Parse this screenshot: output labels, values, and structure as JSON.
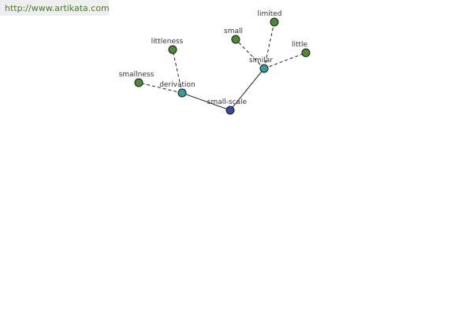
{
  "banner": {
    "url_text": "http://www.artikata.com",
    "text_color": "#4a7a2e"
  },
  "graph": {
    "colors": {
      "root": "#3b4a9a",
      "relation": "#3a9a9e",
      "leaf": "#4c8a3a"
    },
    "nodes": [
      {
        "id": "small-scale",
        "label": "small-scale",
        "kind": "root"
      },
      {
        "id": "derivation",
        "label": "derivation",
        "kind": "relation"
      },
      {
        "id": "similar",
        "label": "similar",
        "kind": "relation"
      },
      {
        "id": "smallness",
        "label": "smallness",
        "kind": "leaf"
      },
      {
        "id": "littleness",
        "label": "littleness",
        "kind": "leaf"
      },
      {
        "id": "small",
        "label": "small",
        "kind": "leaf"
      },
      {
        "id": "limited",
        "label": "limited",
        "kind": "leaf"
      },
      {
        "id": "little",
        "label": "little",
        "kind": "leaf"
      }
    ],
    "edges": [
      {
        "from": "small-scale",
        "to": "derivation",
        "style": "solid"
      },
      {
        "from": "small-scale",
        "to": "similar",
        "style": "solid"
      },
      {
        "from": "derivation",
        "to": "smallness",
        "style": "dashed"
      },
      {
        "from": "derivation",
        "to": "littleness",
        "style": "dashed"
      },
      {
        "from": "similar",
        "to": "small",
        "style": "dashed"
      },
      {
        "from": "similar",
        "to": "limited",
        "style": "dashed"
      },
      {
        "from": "similar",
        "to": "little",
        "style": "dashed"
      }
    ]
  }
}
